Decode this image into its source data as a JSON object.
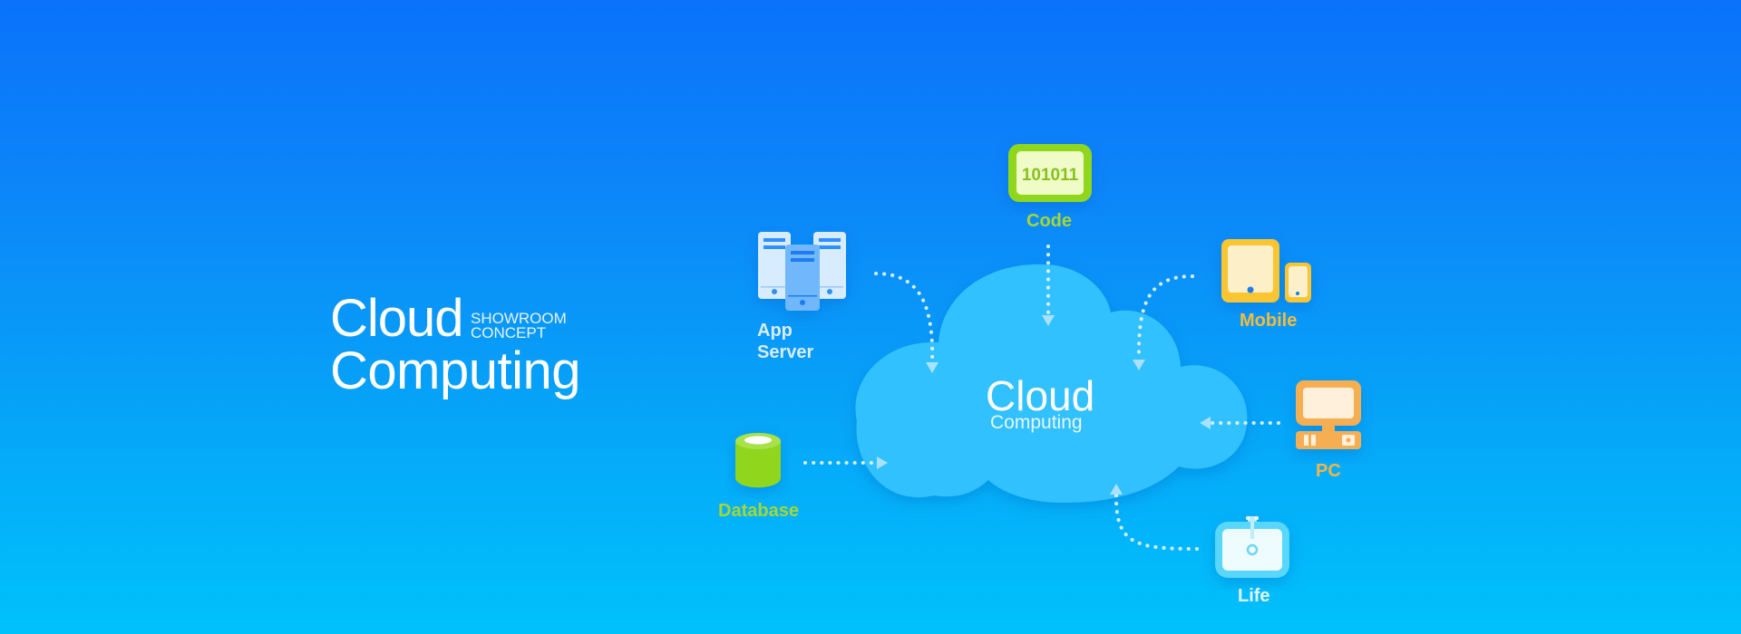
{
  "hero": {
    "line1": "Cloud",
    "line2": "Computing",
    "tag1": "SHOWROOM",
    "tag2": "CONCEPT"
  },
  "center": {
    "title": "Cloud",
    "subtitle": "Computing"
  },
  "nodes": {
    "code": {
      "label": "Code",
      "screen_text": "101011",
      "icon": "code-screen-icon"
    },
    "app_server": {
      "label_line1": "App",
      "label_line2": "Server",
      "icon": "server-icon"
    },
    "mobile": {
      "label": "Mobile",
      "icon": "tablet-phone-icon"
    },
    "pc": {
      "label": "PC",
      "icon": "desktop-pc-icon"
    },
    "database": {
      "label": "Database",
      "icon": "database-icon"
    },
    "life": {
      "label": "Life",
      "icon": "sink-icon"
    }
  },
  "colors": {
    "bg_top": "#0a72fb",
    "bg_bottom": "#00c2fb",
    "cloud": "#33c1ff",
    "green": "#8ed321",
    "green_label": "#a6d633",
    "orange": "#f5b23e",
    "orange_label": "#f3b449",
    "yellow": "#f9c531",
    "light": "#e6f4ff"
  }
}
